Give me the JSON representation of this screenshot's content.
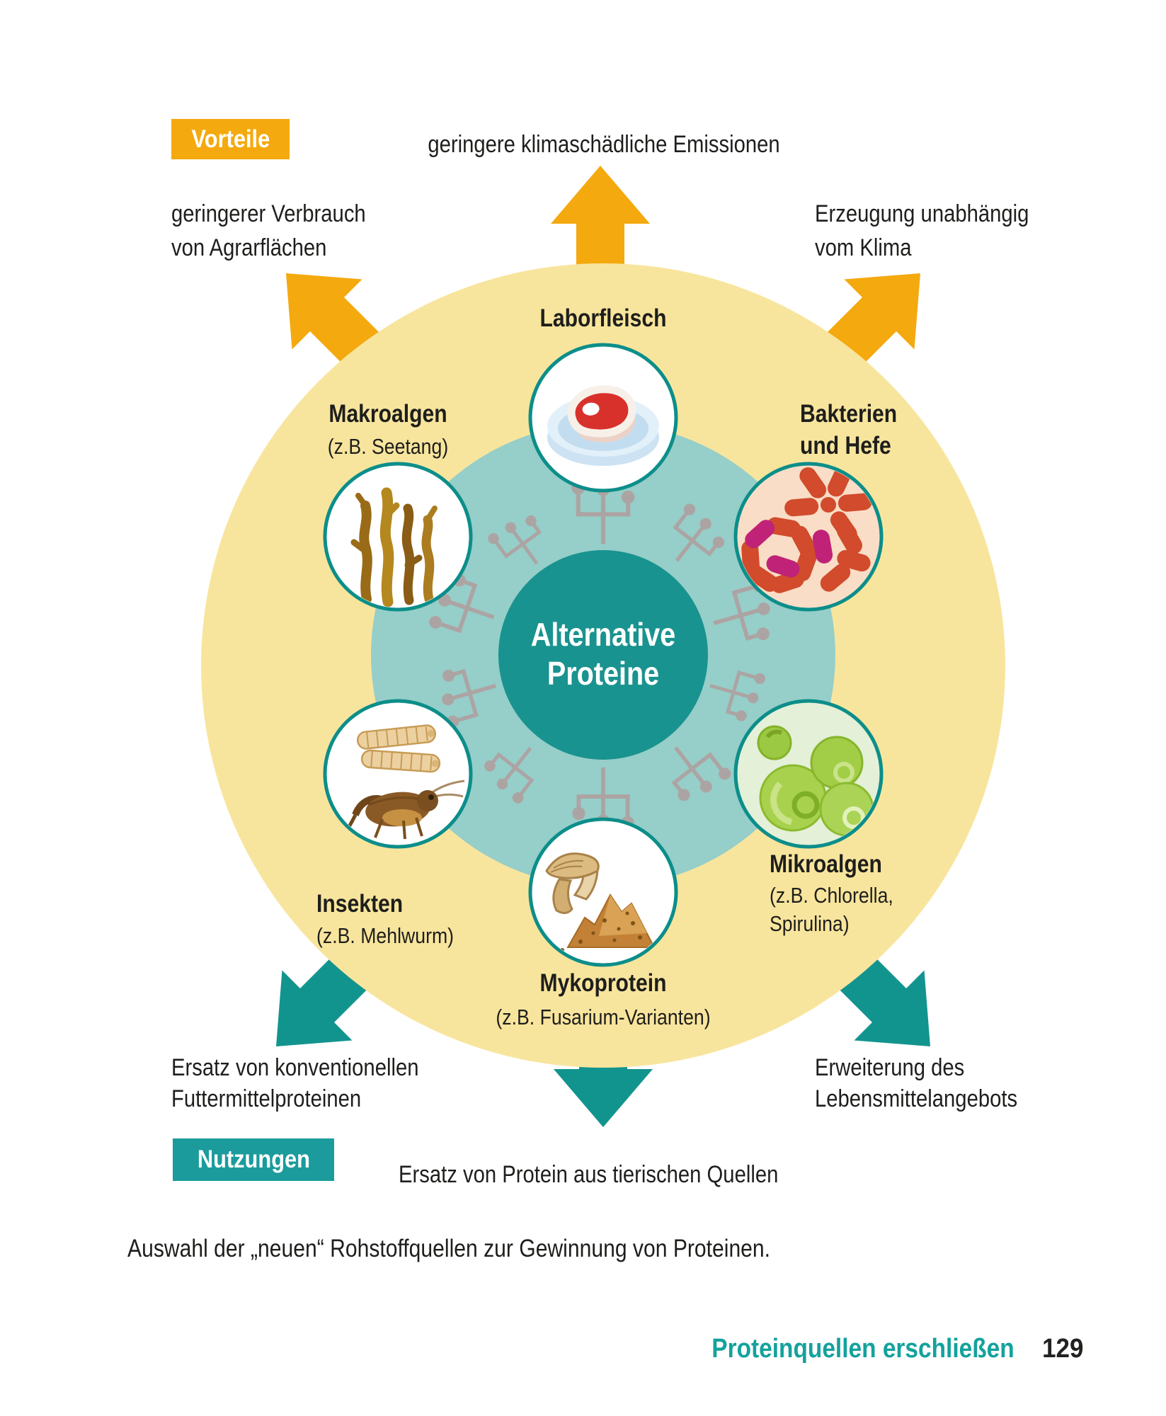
{
  "colors": {
    "orange": "#F4A90F",
    "yellow": "#F8E59D",
    "teal": "#12948E",
    "teal_center": "#19938F",
    "teal_badge": "#1B9B9C",
    "teal_footer": "#14A29D",
    "inner_ring": "#96CEC9",
    "circle_border": "#0C8E8A",
    "trace_gray": "#ACA4A3",
    "text": "#1E1E1C"
  },
  "vorteile_badge": "Vorteile",
  "nutzungen_badge": "Nutzungen",
  "benefits": {
    "top": "geringere klimaschädliche Emissionen",
    "left_1": "geringerer Verbrauch",
    "left_2": "von Agrarflächen",
    "right_1": "Erzeugung unabhängig",
    "right_2": "vom Klima"
  },
  "uses": {
    "left_1": "Ersatz von konventionellen",
    "left_2": "Futtermittelproteinen",
    "right_1": "Erweiterung des",
    "right_2": "Lebensmittelangebots",
    "bottom": "Ersatz von Protein aus tierischen Quellen"
  },
  "center": {
    "line_1": "Alternative",
    "line_2": "Proteine"
  },
  "sources": {
    "laborfleisch": {
      "name": "Laborfleisch"
    },
    "makroalgen": {
      "name": "Makroalgen",
      "example": "(z.B. Seetang)"
    },
    "bakterien": {
      "name_1": "Bakterien",
      "name_2": "und Hefe"
    },
    "insekten": {
      "name": "Insekten",
      "example": "(z.B. Mehlwurm)"
    },
    "mikroalgen": {
      "name": "Mikroalgen",
      "example_1": "(z.B. Chlorella,",
      "example_2": "Spirulina)"
    },
    "mykoprotein": {
      "name": "Mykoprotein",
      "example": "(z.B. Fusarium-Varianten)"
    }
  },
  "caption": "Auswahl der „neuen“ Rohstoffquellen zur Gewinnung von Proteinen.",
  "footer": {
    "chapter": "Proteinquellen erschließen",
    "page_number": "129"
  }
}
